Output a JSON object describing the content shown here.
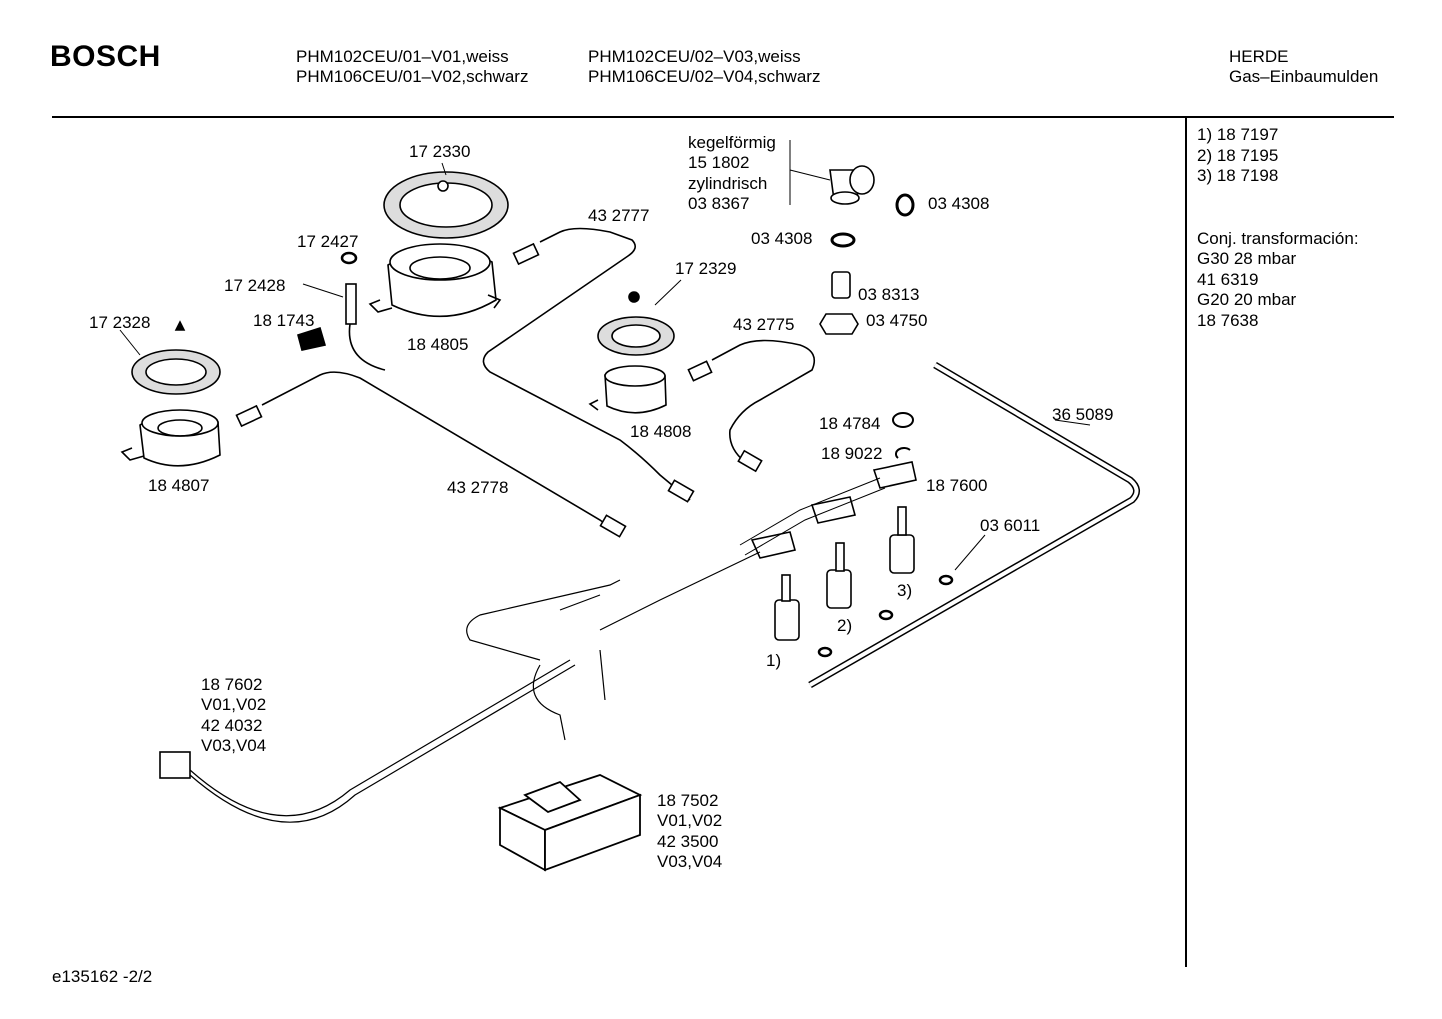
{
  "header": {
    "brand": "BOSCH",
    "models_col1": [
      "PHM102CEU/01–V01,weiss",
      "PHM106CEU/01–V02,schwarz"
    ],
    "models_col2": [
      "PHM102CEU/02–V03,weiss",
      "PHM106CEU/02–V04,schwarz"
    ],
    "category": [
      "HERDE",
      "Gas–Einbaumulden"
    ]
  },
  "side_notes": {
    "valves": [
      "1)  18 7197",
      "2)  18 7195",
      "3)  18 7198"
    ],
    "conversion": [
      "Conj. transformación:",
      "G30  28 mbar",
      "41 6319",
      "G20  20 mbar",
      "18 7638"
    ]
  },
  "parts": {
    "p172330": "17 2330",
    "p172427": "17 2427",
    "p172428": "17 2428",
    "p181743": "18 1743",
    "p172328": "17 2328",
    "p184805": "18 4805",
    "p184807": "18 4807",
    "p432777": "43 2777",
    "p172329": "17 2329",
    "p432775": "43 2775",
    "p184808": "18 4808",
    "p432778": "43 2778",
    "kegel": [
      "kegelförmig",
      "15 1802",
      "zylindrisch",
      "03 8367"
    ],
    "p034308a": "03 4308",
    "p034308b": "03 4308",
    "p038313": "03 8313",
    "p034750": "03 4750",
    "p365089": "36 5089",
    "p184784": "18 4784",
    "p189022": "18 9022",
    "p187600": "18 7600",
    "p036011": "03 6011",
    "v1": "1)",
    "v2": "2)",
    "v3": "3)",
    "harness": [
      "18 7602",
      "V01,V02",
      "42 4032",
      "V03,V04"
    ],
    "ignition": [
      "18 7502",
      "V01,V02",
      "42 3500",
      "V03,V04"
    ]
  },
  "footer": {
    "code": "e135162  -2/2"
  }
}
